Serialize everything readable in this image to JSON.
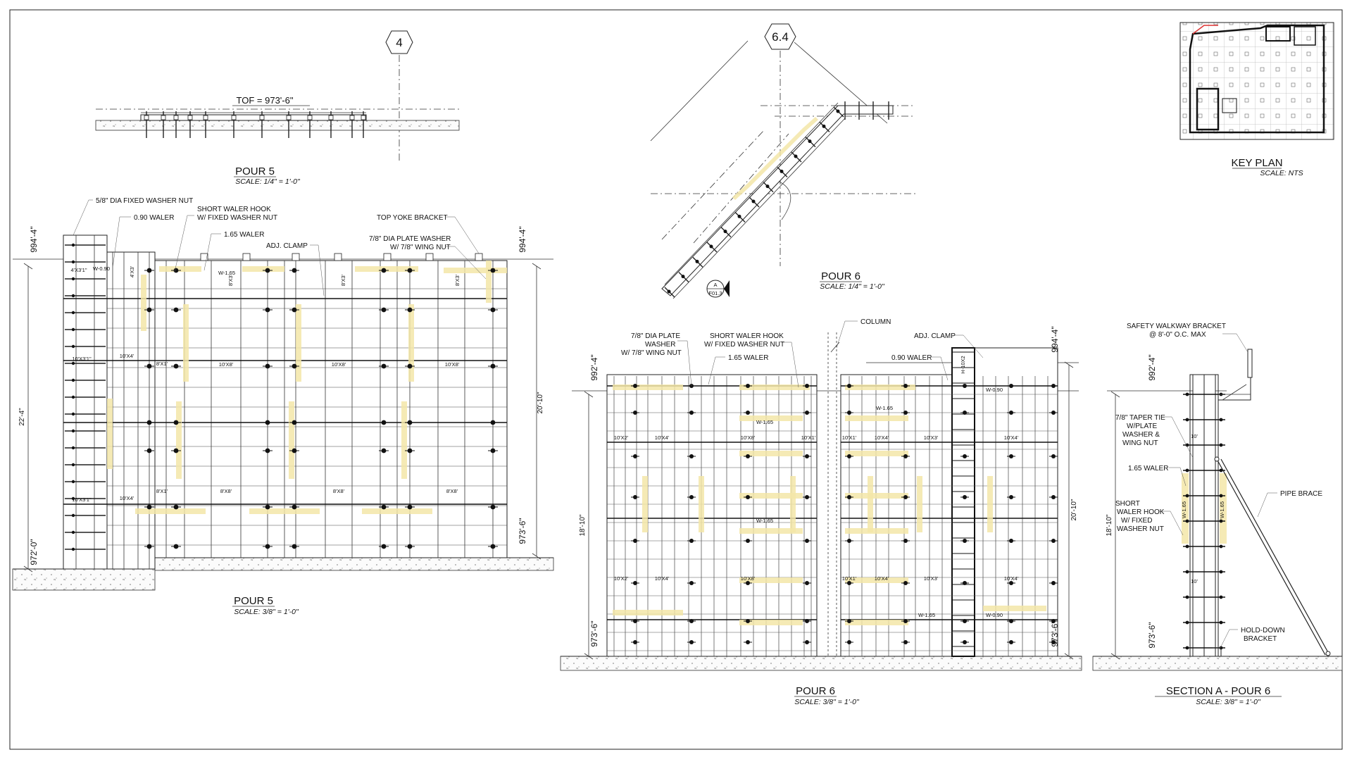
{
  "sheet": {
    "colors": {
      "line": "#222222",
      "highlight": "#f3e6a8",
      "background": "#ffffff"
    },
    "grid_bubbles": [
      "4",
      "6.4"
    ],
    "key_plan": {
      "title": "KEY PLAN",
      "scale": "SCALE: NTS"
    },
    "pour5_plan": {
      "title": "POUR 5",
      "scale": "SCALE: 1/4\" = 1'-0\"",
      "top_of_footing": "TOF = 973'-6\""
    },
    "pour6_plan": {
      "title": "POUR 6",
      "scale": "SCALE: 1/4\" = 1'-0\"",
      "section_tag": "A",
      "section_sheet": "F01.3"
    },
    "pour5_elev": {
      "title": "POUR 5",
      "scale": "SCALE: 3/8\" = 1'-0\"",
      "callouts": {
        "washer_nut": "5/8\" DIA FIXED WASHER NUT",
        "w090": "0.90 WALER",
        "short_hook_1": "SHORT WALER HOOK",
        "short_hook_2": "W/ FIXED WASHER NUT",
        "w165": "1.65 WALER",
        "adj_clamp": "ADJ. CLAMP",
        "top_yoke": "TOP YOKE BRACKET",
        "plate_washer_1": "7/8\" DIA PLATE WASHER",
        "plate_washer_2": "W/ 7/8\" WING NUT"
      },
      "elevations": {
        "top_left": "994'-4\"",
        "top_right": "994'-4\"",
        "bottom_left": "972'-0\"",
        "bottom_right": "973'-6\"",
        "height_left": "22'-4\"",
        "height_right": "20'-10\""
      },
      "panels": {
        "p10x4": "10'X4'",
        "p10x8": "10'X8'",
        "p10x31": "10'X3'1\"",
        "p8x3": "8'X3'",
        "p8x8": "8'X8'",
        "p8x1": "8'X1'",
        "p4x31": "4'X3'1\"",
        "p4x3": "4'X3'",
        "w090s": "W-0.90",
        "w165s": "W-1.65"
      }
    },
    "pour6_elev": {
      "title": "POUR 6",
      "scale": "SCALE: 3/8\" = 1'-0\"",
      "callouts": {
        "plate_1": "7/8\" DIA PLATE",
        "plate_2": "WASHER",
        "plate_3": "W/ 7/8\" WING NUT",
        "short_hook_1": "SHORT WALER HOOK",
        "short_hook_2": "W/ FIXED WASHER NUT",
        "w165": "1.65 WALER",
        "column": "COLUMN",
        "adj_clamp": "ADJ. CLAMP",
        "w090": "0.90 WALER"
      },
      "elevations": {
        "top_left": "992'-4\"",
        "top_right": "994'-4\"",
        "bottom_left": "973'-6\"",
        "bottom_right": "973'-6\"",
        "height_left": "18'-10\"",
        "height_right": "20'-10\""
      },
      "panels": {
        "p10x2": "10'X2'",
        "p10x4": "10'X4'",
        "p10x8": "10'X8'",
        "p10x1": "10'X1'",
        "p10x3": "10'X3'",
        "w165s": "W-1.65",
        "w090s": "W-0.90",
        "h10x2": "H-10X2"
      }
    },
    "section_a": {
      "title": "SECTION A - POUR 6",
      "scale": "SCALE: 3/8\" = 1'-0\"",
      "callouts": {
        "walkway_1": "SAFETY WALKWAY BRACKET",
        "walkway_2": "@ 8'-0\" O.C. MAX",
        "taper_1": "7/8\" TAPER TIE",
        "taper_2": "W/PLATE",
        "taper_3": "WASHER &",
        "taper_4": "WING NUT",
        "w165": "1.65 WALER",
        "hook_1": "SHORT",
        "hook_2": "WALER HOOK",
        "hook_3": "W/ FIXED",
        "hook_4": "WASHER NUT",
        "pipe_brace": "PIPE BRACE",
        "hold_1": "HOLD-DOWN",
        "hold_2": "BRACKET"
      },
      "elevations": {
        "top": "992'-4\"",
        "bottom": "973'-6\"",
        "height": "18'-10\""
      },
      "panels": {
        "p10": "10'",
        "w165s": "W-1.65"
      }
    }
  }
}
